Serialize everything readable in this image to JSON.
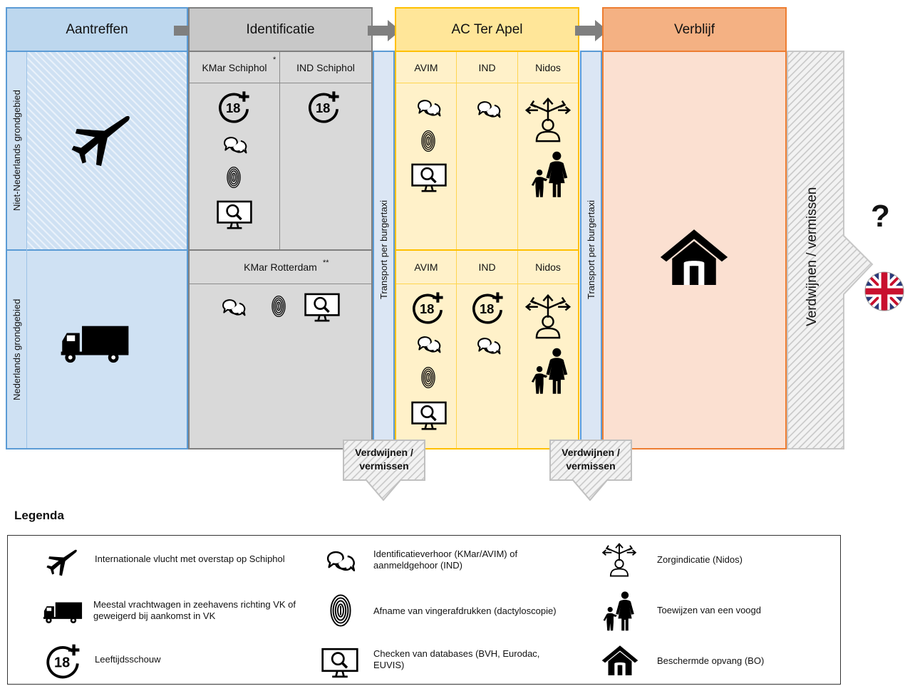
{
  "headers": {
    "aantreffen": "Aantreffen",
    "identificatie": "Identificatie",
    "ac_ter_apel": "AC Ter Apel",
    "verblijf": "Verblijf"
  },
  "rows": {
    "niet_nl": "Niet-Nederlands grondgebied",
    "nl": "Nederlands grondgebied"
  },
  "identificatie": {
    "kmar_schiphol": "KMar Schiphol",
    "kmar_schiphol_mark": "*",
    "ind_schiphol": "IND Schiphol",
    "kmar_rotterdam": "KMar Rotterdam",
    "kmar_rotterdam_mark": "**"
  },
  "transport_label": "Transport per burgertaxi",
  "ac": {
    "top": [
      "AVIM",
      "IND",
      "Nidos"
    ],
    "bottom": [
      "AVIM",
      "IND",
      "Nidos"
    ]
  },
  "disappear_side": "Verdwijnen / vermissen",
  "disappear_arrow_1": [
    "Verdwijnen /",
    "vermissen"
  ],
  "disappear_arrow_2": [
    "Verdwijnen /",
    "vermissen"
  ],
  "question_mark": "?",
  "legend": {
    "title": "Legenda",
    "items": [
      {
        "icon": "airplane-icon",
        "text": "Internationale vlucht met overstap op Schiphol"
      },
      {
        "icon": "truck-icon",
        "text": "Meestal vrachtwagen in zeehavens richting VK of geweigerd bij aankomst in VK"
      },
      {
        "icon": "age-18-plus-icon",
        "text": "Leeftijdsschouw"
      },
      {
        "icon": "speech-bubbles-icon",
        "text": "Identificatieverhoor (KMar/AVIM) of aanmeldgehoor (IND)"
      },
      {
        "icon": "fingerprint-icon",
        "text": "Afname van vingerafdrukken (dactyloscopie)"
      },
      {
        "icon": "monitor-search-icon",
        "text": "Checken van databases (BVH, Eurodac, EUVIS)"
      },
      {
        "icon": "care-indication-icon",
        "text": "Zorgindicatie (Nidos)"
      },
      {
        "icon": "guardian-child-icon",
        "text": "Toewijzen van een voogd"
      },
      {
        "icon": "house-icon",
        "text": "Beschermde opvang (BO)"
      }
    ]
  },
  "colors": {
    "blue_fill": "#cfe1f3",
    "blue_header": "#bdd7ee",
    "blue_border": "#5b9bd5",
    "grey_fill": "#d9d9d9",
    "grey_header": "#c8c8c8",
    "grey_border": "#7f7f7f",
    "yellow_fill": "#fff1c9",
    "yellow_header": "#ffe699",
    "yellow_border": "#ffc000",
    "orange_fill": "#fbe0d1",
    "orange_header": "#f4b183",
    "orange_border": "#ed7d31",
    "arrow_grey": "#7f7f7f"
  }
}
